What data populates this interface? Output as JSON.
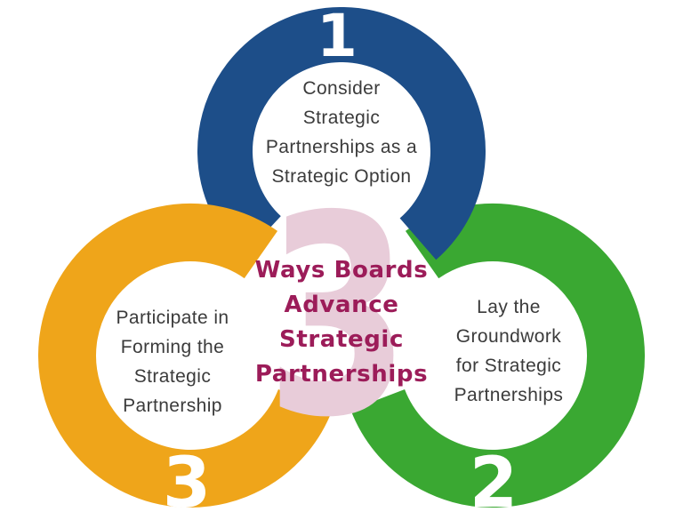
{
  "background_color": "#ffffff",
  "text_color": "#3b3b3b",
  "number_text_color": "#ffffff",
  "center": {
    "big_number": "3",
    "big_number_color": "#e8ccd9",
    "title_color": "#9c1c59",
    "title_lines": [
      "Ways Boards",
      "Advance",
      "Strategic",
      "Partnerships"
    ]
  },
  "rings": {
    "top": {
      "number": "1",
      "color": "#1d4e89",
      "label_lines": [
        "Consider",
        "Strategic",
        "Partnerships as a",
        "Strategic Option"
      ]
    },
    "right": {
      "number": "2",
      "color": "#3aa832",
      "label_lines": [
        "Lay the",
        "Groundwork",
        "for Strategic",
        "Partnerships"
      ]
    },
    "left": {
      "number": "3",
      "color": "#efa51a",
      "label_lines": [
        "Participate in",
        "Forming the",
        "Strategic",
        "Partnership"
      ]
    }
  }
}
